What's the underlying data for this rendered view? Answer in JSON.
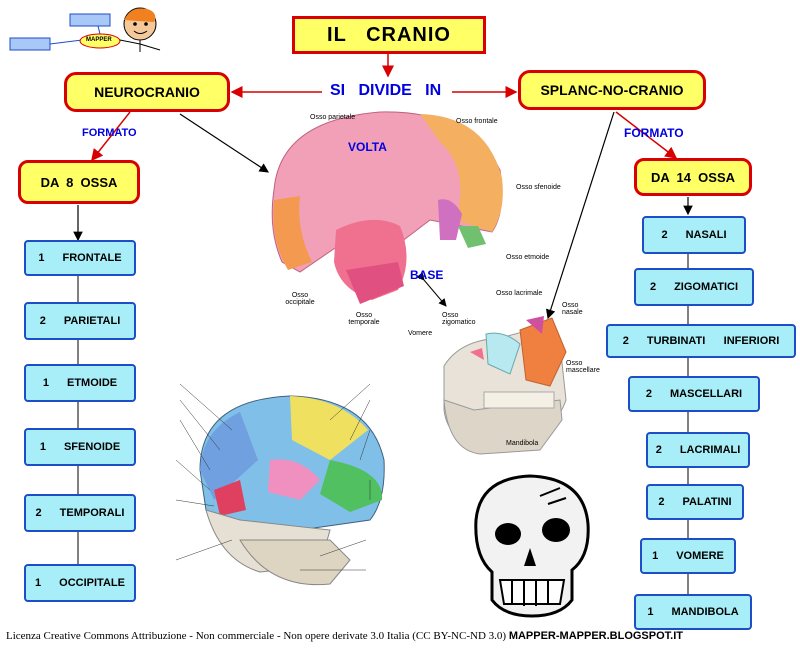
{
  "title": "IL   CRANIO",
  "divide_label": "SI   DIVIDE   IN",
  "neurocranio": {
    "label": "NEUROCRANIO",
    "formato": "FORMATO",
    "count": "DA  8  OSSA",
    "items": [
      {
        "num": "1",
        "name": "FRONTALE"
      },
      {
        "num": "2",
        "name": "PARIETALI"
      },
      {
        "num": "1",
        "name": "ETMOIDE"
      },
      {
        "num": "1",
        "name": "SFENOIDE"
      },
      {
        "num": "2",
        "name": "TEMPORALI"
      },
      {
        "num": "1",
        "name": "OCCIPITALE"
      }
    ]
  },
  "splancnocranio": {
    "label": "SPLANC-NO-CRANIO",
    "formato": "FORMATO",
    "count": "DA  14  OSSA",
    "items": [
      {
        "num": "2",
        "name": "NASALI"
      },
      {
        "num": "2",
        "name": "ZIGOMATICI"
      },
      {
        "num": "2",
        "name": "TURBINATI      INFERIORI"
      },
      {
        "num": "2",
        "name": "MASCELLARI"
      },
      {
        "num": "2",
        "name": "LACRIMALI"
      },
      {
        "num": "2",
        "name": "PALATINI"
      },
      {
        "num": "1",
        "name": "VOMERE"
      },
      {
        "num": "1",
        "name": "MANDIBOLA"
      }
    ]
  },
  "skull_labels": {
    "volta": "VOLTA",
    "base": "BASE",
    "parietale": "Osso parietale",
    "frontale": "Osso frontale",
    "sfenoide": "Osso sfenoide",
    "etmoide": "Osso etmoide",
    "occipitale": "Osso occipitale",
    "temporale": "Osso temporale",
    "lacrimale": "Osso lacrimale",
    "nasale": "Osso nasale",
    "zigomatico": "Osso zigomatico",
    "vomere": "Vomere",
    "mascellare": "Osso mascellare",
    "mandibola": "Mandibola"
  },
  "logo_label": "MAPPER",
  "footer": {
    "license": "Licenza Creative Commons Attribuzione - Non commerciale - Non opere derivate 3.0 Italia (CC BY-NC-ND 3.0)",
    "site": "MAPPER-MAPPER.BLOGSPOT.IT"
  },
  "colors": {
    "yellow_fill": "#ffff66",
    "red_border": "#d80000",
    "blue_fill": "#a8eef8",
    "blue_border": "#1e4dc8",
    "blue_text": "#0000e0"
  }
}
